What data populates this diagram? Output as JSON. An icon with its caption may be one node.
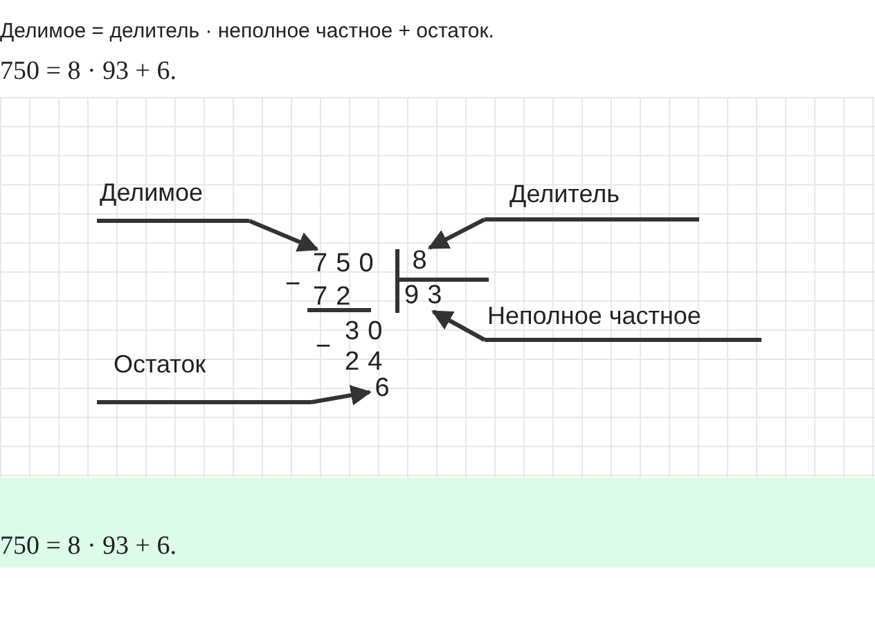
{
  "diagram": {
    "nodes": [
      {
        "text": [
          "Делимое"
        ]
      },
      {
        "text": [
          "Делитель"
        ]
      },
      {
        "text": [
          "Неполное частное"
        ]
      },
      {
        "text": [
          "Остаток"
        ]
      },
      {
        "text": [
          "750"
        ]
      },
      {
        "text": [
          "8"
        ]
      },
      {
        "text": [
          "93"
        ]
      },
      {
        "text": [
          "6"
        ]
      }
    ],
    "edges": [
      {
        "from": 0,
        "to": 4,
        "arrow": "to"
      },
      {
        "from": 1,
        "to": 5,
        "arrow": "to"
      },
      {
        "from": 2,
        "to": 6,
        "arrow": "to"
      },
      {
        "from": 3,
        "to": 7,
        "arrow": "to"
      }
    ],
    "labels": [
      "Делимое = делитель · неполное частное + остаток.",
      "750 = 8 · 93 + 6.",
      "−",
      "72",
      "30",
      "−",
      "24",
      "750 = 8 · 93 + 6."
    ]
  }
}
